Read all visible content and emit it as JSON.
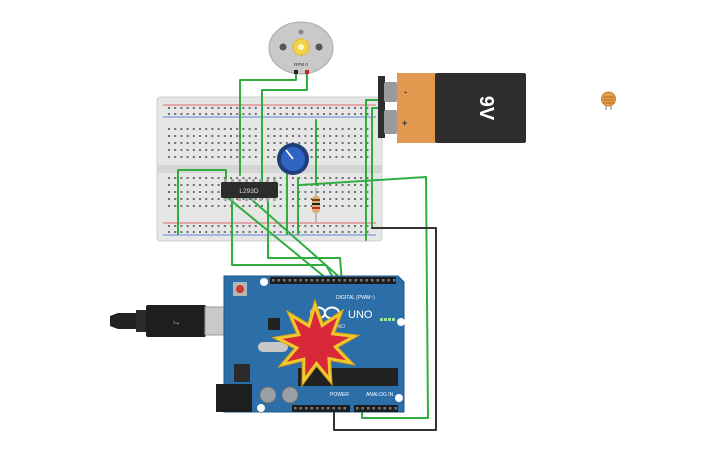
{
  "components": {
    "motor": {
      "name": "DC Motor",
      "label": "RPM 0"
    },
    "battery": {
      "name": "9V Battery",
      "label": "9V",
      "terminal_neg": "-",
      "terminal_pos": "+"
    },
    "driver_ic": {
      "name": "L293D motor driver",
      "label": "L293D"
    },
    "potentiometer": {
      "name": "Potentiometer"
    },
    "resistor": {
      "name": "Resistor"
    },
    "photoresistor": {
      "name": "Photoresistor"
    },
    "arduino": {
      "name": "Arduino Uno",
      "model_label": "UNO",
      "brand_label": "ARDUINO",
      "digital_label": "DIGITAL (PWM~)",
      "power_label": "POWER",
      "analog_label": "ANALOG IN",
      "status": "error"
    },
    "usb_cable": {
      "name": "USB cable"
    }
  },
  "colors": {
    "wire_green": "#2fae3f",
    "wire_black": "#333333",
    "arduino_blue": "#2b6ea8",
    "battery_orange": "#e39850",
    "battery_dark": "#2e2e2e",
    "breadboard": "#e6e6e6",
    "explosion_red": "#d8283a",
    "explosion_yellow": "#f0c92c"
  }
}
